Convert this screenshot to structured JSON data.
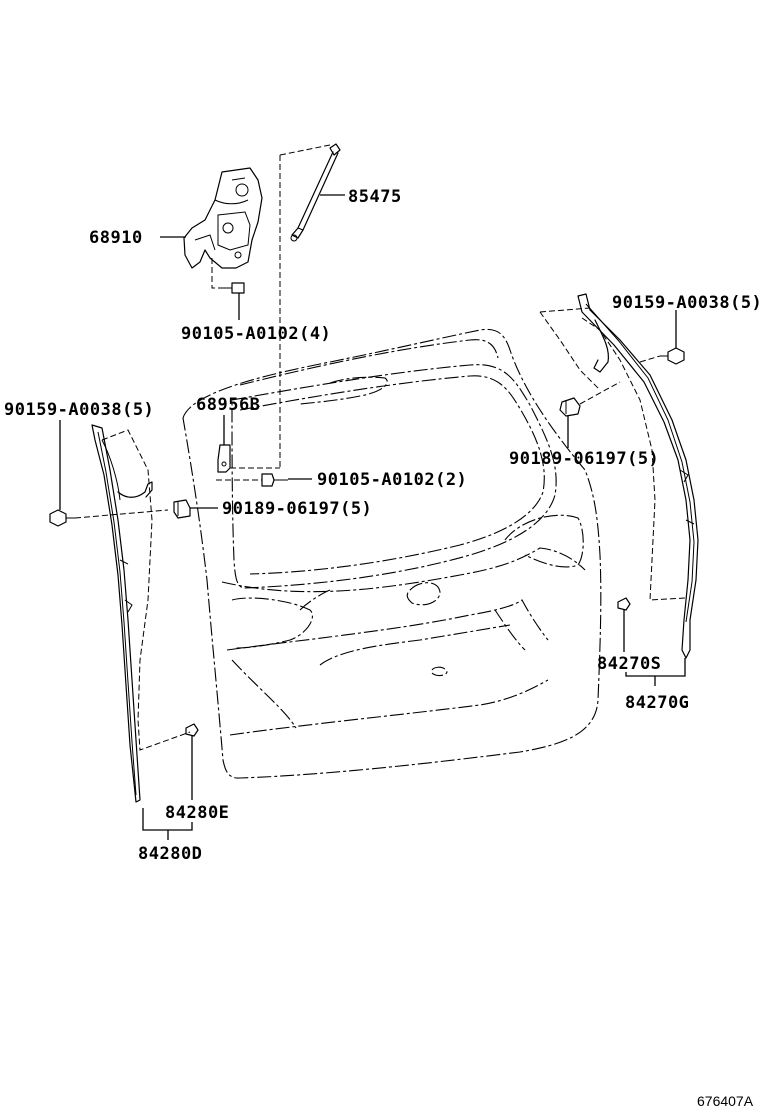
{
  "labels": {
    "l85475": "85475",
    "l68910": "68910",
    "l90105_a": "90105-A0102(4)",
    "l68956b": "68956B",
    "l90105_b": "90105-A0102(2)",
    "l90159_r": "90159-A0038(5)",
    "l90159_l": "90159-A0038(5)",
    "l90189_r": "90189-06197(5)",
    "l90189_l": "90189-06197(5)",
    "l84270s": "84270S",
    "l84270g": "84270G",
    "l84280e": "84280E",
    "l84280d": "84280D"
  },
  "diagram_code": "676407A"
}
